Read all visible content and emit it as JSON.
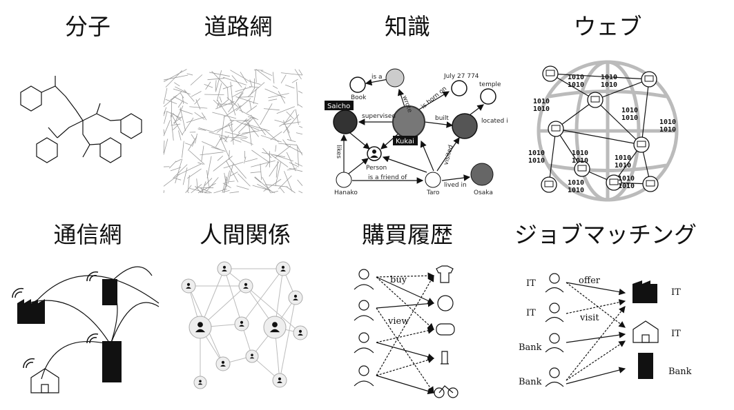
{
  "titles": [
    "分子",
    "道路網",
    "知識",
    "ウェブ",
    "通信網",
    "人間関係",
    "購買履歴",
    "ジョブマッチング"
  ],
  "knowledge": {
    "nodes": {
      "saicho": "Saicho",
      "kukai": "Kukai",
      "book": "Book",
      "person": "Person",
      "hanako": "Hanako",
      "taro": "Taro",
      "osaka": "Osaka",
      "date": "July 27 774",
      "temple": "temple"
    },
    "edges": {
      "is_a": "is a",
      "wrote": "wrote",
      "born_on": "is born on",
      "supervised": "supervised",
      "built": "built",
      "located": "located i",
      "likes": "likes",
      "friend": "is a friend of",
      "visited": "visited",
      "lived_in": "lived in"
    }
  },
  "web": {
    "binary": "1010"
  },
  "purchase": {
    "buy": "buy",
    "view": "view"
  },
  "job": {
    "offer": "offer",
    "visit": "visit",
    "people": [
      "IT",
      "IT",
      "Bank",
      "Bank"
    ],
    "companies": [
      "IT",
      "IT",
      "Bank"
    ]
  }
}
